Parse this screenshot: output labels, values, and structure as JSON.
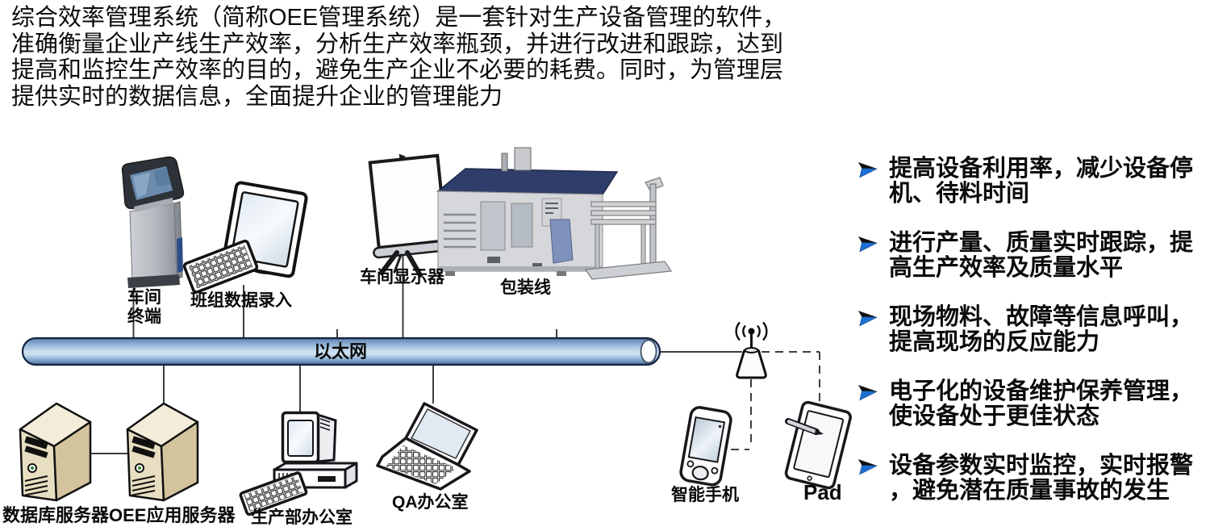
{
  "intro": {
    "lines": [
      "综合效率管理系统（简称OEE管理系统）是一套针对生产设备管理的软件，",
      "准确衡量企业产线生产效率，分析生产效率瓶颈，并进行改进和跟踪，达到",
      "提高和监控生产效率的目的，避免生产企业不必要的耗费。同时，为管理层",
      "提供实时的数据信息，全面提升企业的管理能力"
    ]
  },
  "benefits": {
    "arrow_color": "#1e6fd4",
    "items": [
      {
        "line1": "提高设备利用率，减少设备停",
        "line2": "机、待料时间"
      },
      {
        "line1": "进行产量、质量实时跟踪，提",
        "line2": "高生产效率及质量水平"
      },
      {
        "line1": "现场物料、故障等信息呼叫，",
        "line2": "提高现场的反应能力"
      },
      {
        "line1": "电子化的设备维护保养管理，",
        "line2": "使设备处于更佳状态"
      },
      {
        "line1": "设备参数实时监控，实时报警",
        "line2": "，避免潜在质量事故的发生"
      }
    ]
  },
  "diagram": {
    "ethernet_label": "以太网",
    "labels": {
      "workshop_terminal_line1": "车间",
      "workshop_terminal_line2": "终端",
      "team_data_entry": "班组数据录入",
      "workshop_display": "车间显示器",
      "packaging_line": "包装线",
      "database_server": "数据库服务器",
      "oee_app_server": "OEE应用服务器",
      "production_office": "生产部办公室",
      "qa_office": "QA办公室",
      "smartphone": "智能手机",
      "pad": "Pad"
    },
    "colors": {
      "pipe_blue": "#a9c7e4",
      "pipe_outline": "#14233f",
      "server_beige": "#e8dfc2",
      "machine_top_blue": "#2f3d6b",
      "connector_gray": "#3a3f45"
    }
  }
}
